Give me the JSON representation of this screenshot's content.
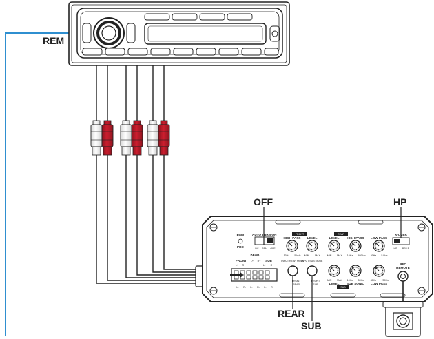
{
  "callouts": {
    "rem": "REM",
    "off": "OFF",
    "hp": "HP",
    "rear": "REAR",
    "sub": "SUB"
  },
  "head_unit": {},
  "amplifier": {
    "pwr": "PWR",
    "pro": "PRO",
    "auto_turn_on": "AUTO TURN-ON",
    "auto_turn_on_options": [
      "DC",
      "REM",
      "OFF"
    ],
    "front_badge": "FRONT",
    "front_high_pass": "HIGH PASS",
    "front_high_pass_range": [
      "50Hz",
      "5 kHz"
    ],
    "front_level": "LEVEL",
    "front_level_range": [
      "MIN",
      "MAX"
    ],
    "rear_badge": "REAR",
    "rear_level": "LEVEL",
    "rear_level_range": [
      "MIN",
      "MAX"
    ],
    "rear_high_pass": "HIGH PASS",
    "rear_high_pass_range": [
      "10Hz",
      "500 Hz"
    ],
    "rear_low_pass": "LOW PASS",
    "rear_low_pass_range": [
      "50Hz",
      "5 kHz"
    ],
    "xover": "X-OVER",
    "xover_options": [
      "HP",
      "BP/LP"
    ],
    "sub_badge": "SUB",
    "sub_level": "LEVEL",
    "sub_level_range": [
      "MIN",
      "MAX"
    ],
    "sub_sonic": "SUB SONIC",
    "sub_sonic_range": [
      "10Hz",
      "50Hz"
    ],
    "sub_low_pass": "LOW PASS",
    "sub_low_pass_range": [
      "40Hz",
      "250Hz"
    ],
    "rec_remote": [
      "REC",
      "REMOTE"
    ],
    "input_front": "FRONT",
    "input_rear": "REAR",
    "input_sub": "SUB",
    "input_pins": [
      "L+",
      "R+"
    ],
    "input_bottom_pins": [
      "L-",
      "R-",
      "L-",
      "R-",
      "L-",
      "R-"
    ],
    "input_rear_mode": "INPUT REAR MODE",
    "input_sub_mode": "INPUT SUB MODE",
    "switch_front": "FRONT",
    "switch_rear": "REAR",
    "switch_sub": "SUB"
  },
  "colors": {
    "rca_red": "#cc1e2e",
    "rca_white": "#ffffff",
    "rem_wire": "#2f8fd0",
    "line": "#222222"
  }
}
